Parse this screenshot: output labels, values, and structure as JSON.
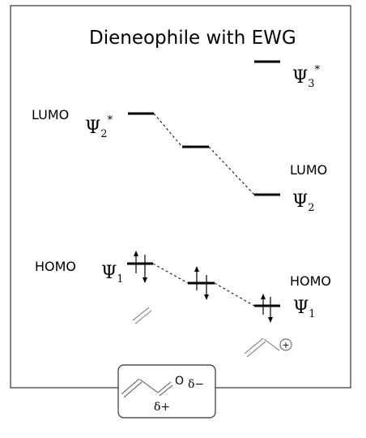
{
  "title": "Dieneophile with EWG",
  "levels": {
    "psi3_star": {
      "label": "Ψ",
      "sub": "3",
      "sup": "*"
    },
    "psi2_star": {
      "label": "Ψ",
      "sub": "2",
      "sup": "*",
      "tag": "LUMO"
    },
    "psi2": {
      "label": "Ψ",
      "sub": "2",
      "tag": "LUMO"
    },
    "psi1_left": {
      "label": "Ψ",
      "sub": "1",
      "tag": "HOMO"
    },
    "psi1_right": {
      "label": "Ψ",
      "sub": "1",
      "tag": "HOMO"
    }
  },
  "inset": {
    "atom": "O",
    "delta_minus": "δ−",
    "delta_plus": "δ+"
  },
  "cation_symbol": "+"
}
